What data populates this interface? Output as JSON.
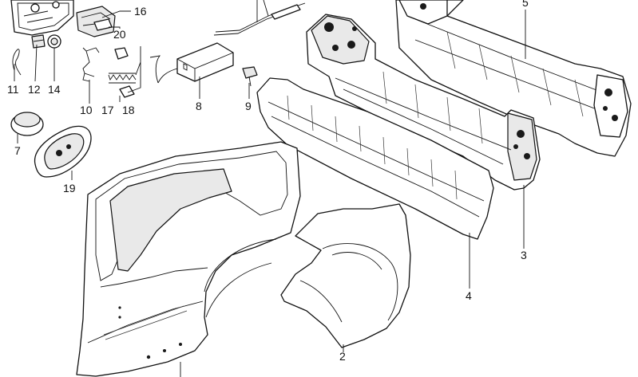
{
  "callouts": [
    {
      "id": "label-2",
      "text": "2"
    },
    {
      "id": "label-3",
      "text": "3"
    },
    {
      "id": "label-4",
      "text": "4"
    },
    {
      "id": "label-5",
      "text": "5"
    },
    {
      "id": "label-7",
      "text": "7"
    },
    {
      "id": "label-8",
      "text": "8"
    },
    {
      "id": "label-9",
      "text": "9"
    },
    {
      "id": "label-10",
      "text": "10"
    },
    {
      "id": "label-11",
      "text": "11"
    },
    {
      "id": "label-12",
      "text": "12"
    },
    {
      "id": "label-14",
      "text": "14"
    },
    {
      "id": "label-16",
      "text": "16"
    },
    {
      "id": "label-17",
      "text": "17"
    },
    {
      "id": "label-18",
      "text": "18"
    },
    {
      "id": "label-19",
      "text": "19"
    },
    {
      "id": "label-20",
      "text": "20"
    }
  ]
}
